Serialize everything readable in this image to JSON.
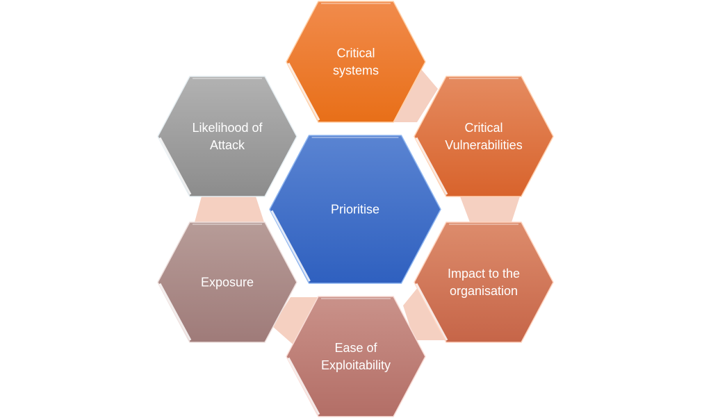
{
  "diagram": {
    "center": {
      "label_lines": [
        "Prioritise"
      ],
      "color_top": "#5a84d2",
      "color_bottom": "#2f60bf",
      "edge": "#8fb6f0"
    },
    "nodes": [
      {
        "id": "critical-systems",
        "label_lines": [
          "Critical",
          "systems"
        ],
        "color_top": "#f18b4c",
        "color_bottom": "#e86f18",
        "edge": "#ffd0a8"
      },
      {
        "id": "critical-vulnerabilities",
        "label_lines": [
          "Critical",
          "Vulnerabilities"
        ],
        "color_top": "#e58b60",
        "color_bottom": "#d8632c",
        "edge": "#ffd0b0"
      },
      {
        "id": "impact-to-the-organisation",
        "label_lines": [
          "Impact to the",
          "organisation"
        ],
        "color_top": "#dd8c6c",
        "color_bottom": "#c66548",
        "edge": "#ffd4c0"
      },
      {
        "id": "ease-of-exploitability",
        "label_lines": [
          "Ease of",
          "Exploitability"
        ],
        "color_top": "#ca928a",
        "color_bottom": "#b36e66",
        "edge": "#f8dcd6"
      },
      {
        "id": "exposure",
        "label_lines": [
          "Exposure"
        ],
        "color_top": "#b79c98",
        "color_bottom": "#9f7b79",
        "edge": "#eee0de"
      },
      {
        "id": "likelihood-of-attack",
        "label_lines": [
          "Likelihood of",
          "Attack"
        ],
        "color_top": "#b2b2b2",
        "color_bottom": "#8c8c8c",
        "edge": "#e6eef2"
      }
    ],
    "connector_color": "#f3c4b2"
  }
}
